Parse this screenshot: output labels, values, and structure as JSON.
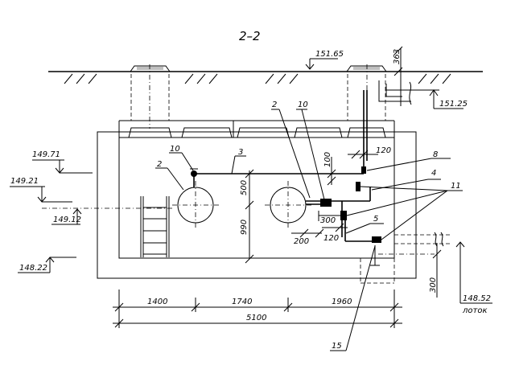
{
  "drawing": {
    "section_title": "2–2",
    "elevations": {
      "ground": "151.65",
      "right_top": "151.25",
      "e1": "149.71",
      "e2": "149.21",
      "e3": "149.12",
      "e4": "148.22",
      "tray": "148.52",
      "tray_label": "лоток"
    },
    "dims": {
      "d363": "363",
      "d120_top": "120",
      "d100": "100",
      "d500": "500",
      "d990": "990",
      "d300_mid": "300",
      "d200": "200",
      "d120_bot": "120",
      "d300_right": "300",
      "d1400": "1400",
      "d1740": "1740",
      "d1960": "1960",
      "d5100": "5100"
    },
    "callouts": {
      "c2_left": "2",
      "c2_top": "2",
      "c3": "3",
      "c4": "4",
      "c5": "5",
      "c8": "8",
      "c10_left": "10",
      "c10_top": "10",
      "c11": "11",
      "c15": "15"
    }
  }
}
